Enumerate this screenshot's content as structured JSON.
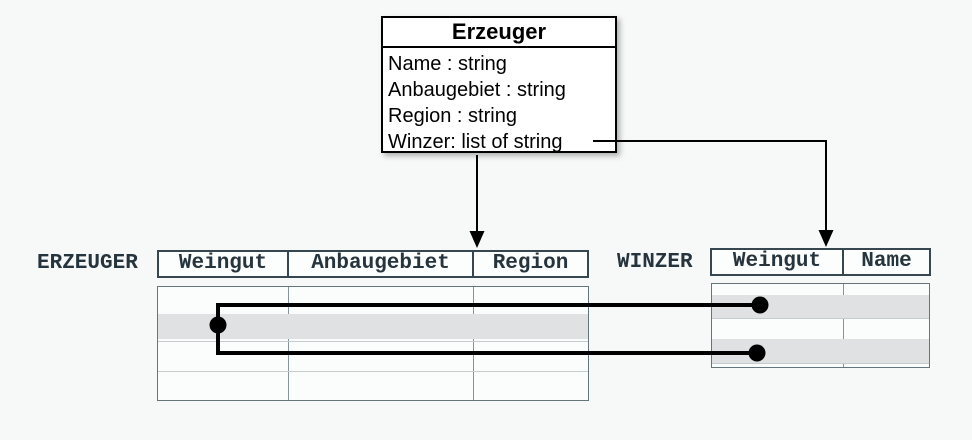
{
  "class_box": {
    "title": "Erzeuger",
    "attributes": [
      "Name : string",
      "Anbaugebiet : string",
      "Region : string",
      "Winzer: list of string"
    ]
  },
  "tables": {
    "erzeuger": {
      "label": "ERZEUGER",
      "columns": [
        "Weingut",
        "Anbaugebiet",
        "Region"
      ],
      "body_rows": 4,
      "highlighted_row": 2
    },
    "winzer": {
      "label": "WINZER",
      "columns": [
        "Weingut",
        "Name"
      ],
      "body_rows": 4,
      "highlighted_rows": [
        2,
        4
      ]
    }
  },
  "relationships": {
    "class_to_erzeuger": "arrow from class box bottom to ERZEUGER table",
    "winzer_attr_to_winzer_table": "arrow from 'Winzer: list of string' to WINZER table",
    "row_links": "one ERZEUGER row linked to two WINZER rows via dots"
  },
  "colors": {
    "background": "#f7f8f8",
    "band": "#dfe1e3",
    "dark_text": "#26343d",
    "header_border": "#37474f",
    "body_border": "#64757b",
    "connector": "#000000",
    "class_box_bg": "#ffffff"
  }
}
